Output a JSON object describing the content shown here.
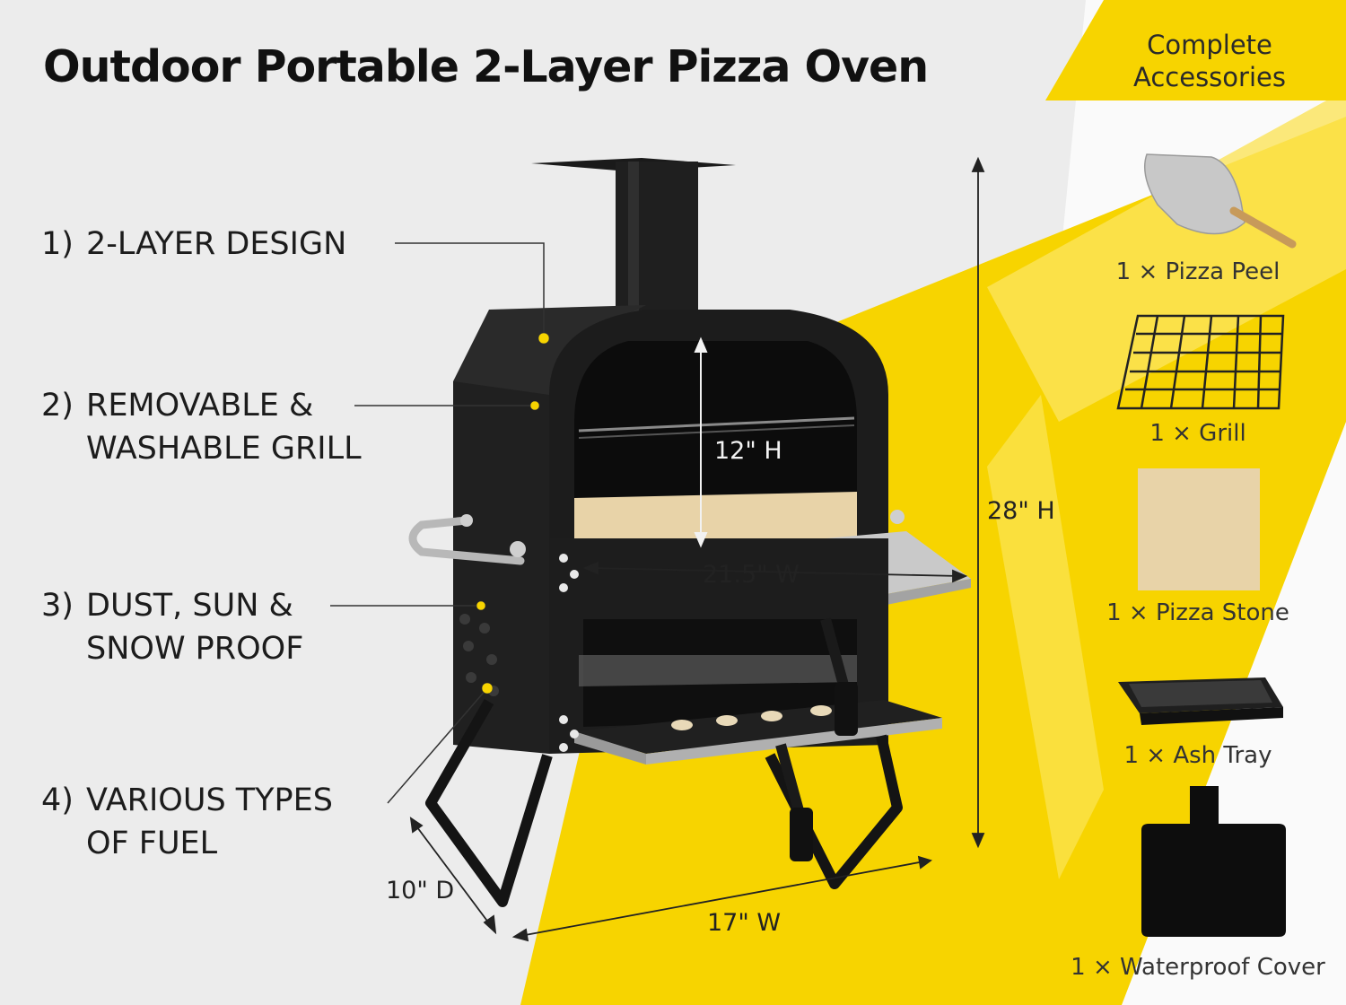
{
  "title": "Outdoor Portable 2-Layer Pizza Oven",
  "accessories_header": [
    "Complete",
    "Accessories"
  ],
  "features": [
    {
      "num": "1)",
      "lines": [
        "2-LAYER DESIGN"
      ]
    },
    {
      "num": "2)",
      "lines": [
        "REMOVABLE &",
        "WASHABLE GRILL"
      ]
    },
    {
      "num": "3)",
      "lines": [
        "DUST, SUN &",
        "SNOW PROOF"
      ]
    },
    {
      "num": "4)",
      "lines": [
        "VARIOUS TYPES",
        "OF FUEL"
      ]
    }
  ],
  "dimensions": {
    "inner_height": "12\" H",
    "shelf_width": "21.5\" W",
    "total_height": "28\" H",
    "depth": "10\" D",
    "width": "17\" W"
  },
  "accessories": [
    {
      "label": "1 × Pizza Peel",
      "icon": "pizza-peel-icon"
    },
    {
      "label": "1 × Grill",
      "icon": "grill-rack-icon"
    },
    {
      "label": "1 × Pizza Stone",
      "icon": "pizza-stone-icon"
    },
    {
      "label": "1 × Ash Tray",
      "icon": "ash-tray-icon"
    },
    {
      "label": "1 × Waterproof Cover",
      "icon": "waterproof-cover-icon"
    }
  ],
  "colors": {
    "accent_yellow": "#f7d400",
    "background": "#ececec",
    "oven_body": "#1e1e1e",
    "stone": "#e8d3a8"
  }
}
